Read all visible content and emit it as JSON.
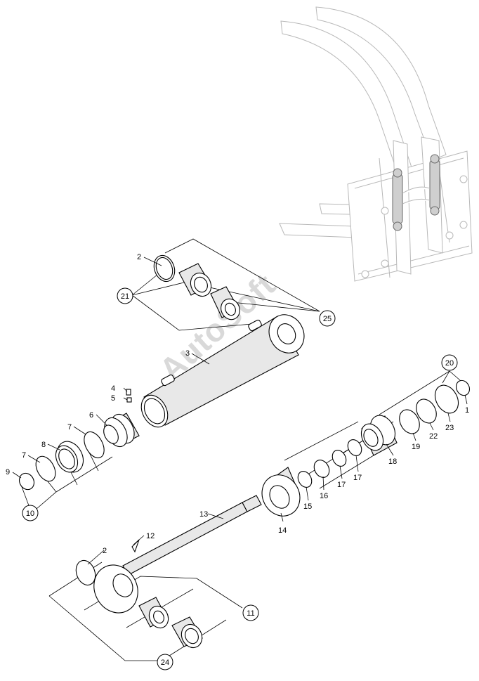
{
  "watermark": "AutoSoft",
  "callouts": {
    "c1": "1",
    "c2a": "2",
    "c2b": "2",
    "c3": "3",
    "c4": "4",
    "c5": "5",
    "c6": "6",
    "c7a": "7",
    "c7b": "7",
    "c8": "8",
    "c9": "9",
    "c10": "10",
    "c11": "11",
    "c12": "12",
    "c13": "13",
    "c14": "14",
    "c15": "15",
    "c16": "16",
    "c17a": "17",
    "c17b": "17",
    "c18": "18",
    "c19": "19",
    "c20": "20",
    "c21": "21",
    "c22": "22",
    "c23": "23",
    "c24": "24",
    "c25": "25"
  }
}
